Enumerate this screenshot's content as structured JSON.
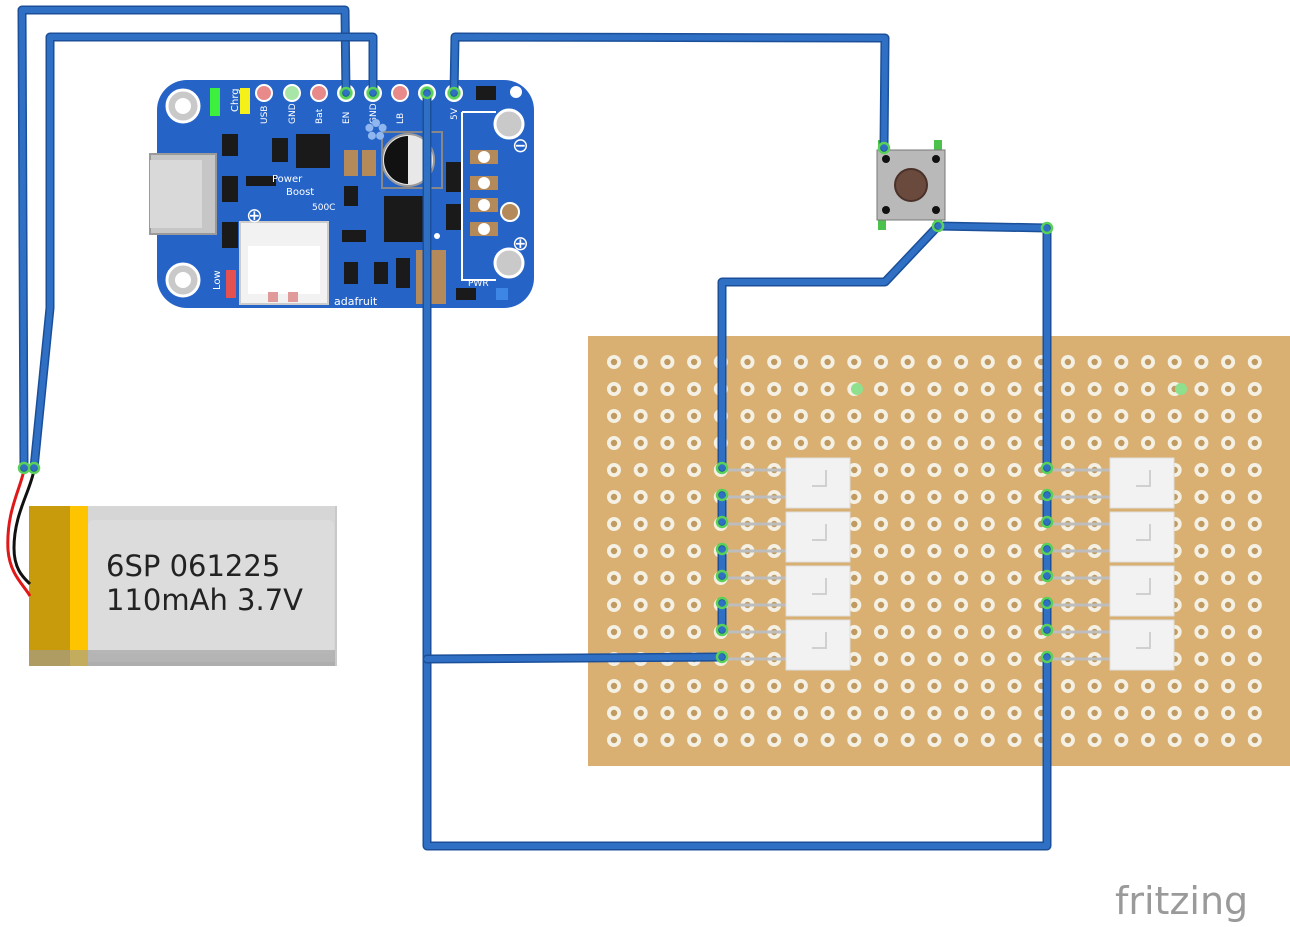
{
  "battery": {
    "line1": "6SP 061225",
    "line2": "110mAh 3.7V"
  },
  "powerboost": {
    "pins": [
      "USB",
      "GND",
      "Bat",
      "EN",
      "GND",
      "LB",
      "GND",
      "5V"
    ],
    "label_chrg": "Chrg",
    "label_low": "Low",
    "label_title1": "Power",
    "label_title2": "Boost",
    "label_model": "500C",
    "label_brand": "adafruit",
    "label_pwr": "PWR",
    "minus": "⊖",
    "plus": "⊕"
  },
  "watermark": "fritzing",
  "colors": {
    "wire": "#2f6fc4",
    "wire_edge": "#1b4f99",
    "board": "#2563c7",
    "perfboard": "#d9b071",
    "hole_ring": "#f4f1e4",
    "battery_gold": "#c89b0c",
    "battery_body": "#d3d3d3",
    "connector_green": "#59d159"
  }
}
